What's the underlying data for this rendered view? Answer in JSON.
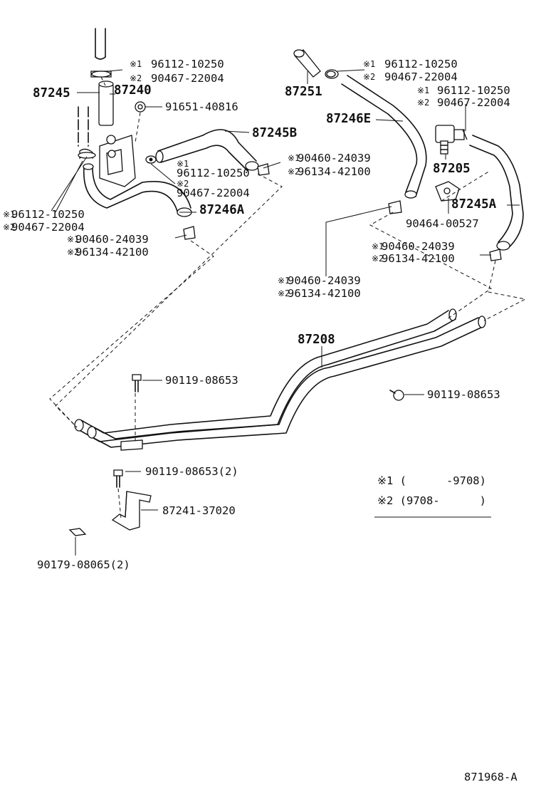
{
  "title": "",
  "callouts": {
    "p87245": "87245",
    "p87240": "87240",
    "p87245B": "87245B",
    "p87246A": "87246A",
    "p87251": "87251",
    "p87246E": "87246E",
    "p87205": "87205",
    "p87245A": "87245A",
    "p87208": "87208",
    "p91651": "91651-40816",
    "top_left_clamp_1": "96112-10250",
    "top_left_clamp_2": "90467-22004",
    "mid_clamp_1": "96112-10250",
    "mid_clamp_2": "90467-22004",
    "left_clamp_1": "96112-10250",
    "left_clamp_2": "90467-22004",
    "left_clip_1": "90460-24039",
    "left_clip_2": "96134-42100",
    "center_clip_1": "90460-24039",
    "center_clip_2": "96134-42100",
    "top_right_clamp_1": "96112-10250",
    "top_right_clamp_2": "90467-22004",
    "right_clamp_1": "96112-10250",
    "right_clamp_2": "90467-22004",
    "p90464": "90464-00527",
    "right_clip_1": "90460-24039",
    "right_clip_2": "96134-42100",
    "lower_clip_1": "90460-24039",
    "lower_clip_2": "96134-42100",
    "bolt_left": "90119-08653",
    "bolt_right": "90119-08653",
    "bolt_bracket": "90119-08653(2)",
    "bracket": "87241-37020",
    "nut": "90179-08065(2)"
  },
  "marks": {
    "m1": "※1",
    "m2": "※2"
  },
  "legend": {
    "row1": "※1 (      -9708)",
    "row2": "※2 (9708-      )"
  },
  "diagram_id": "871968-A"
}
